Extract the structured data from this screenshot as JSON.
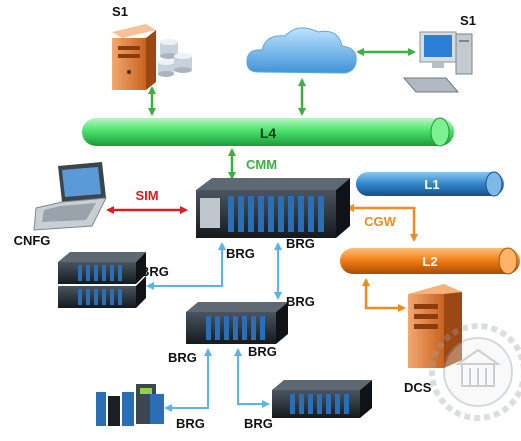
{
  "labels": {
    "s1_left": "S1",
    "s1_right": "S1",
    "l4": "L4",
    "cmm": "CMM",
    "l1": "L1",
    "cgw": "CGW",
    "l2": "L2",
    "sim": "SIM",
    "cnfg": "CNFG",
    "dcs": "DCS",
    "brg_1": "BRG",
    "brg_2": "BRG",
    "brg_3": "BRG",
    "brg_4": "BRG",
    "brg_5": "BRG",
    "brg_6": "BRG",
    "brg_7": "BRG",
    "brg_8": "BRG"
  },
  "colors": {
    "l4_pipe": "#4be36a",
    "l1_pipe": "#2f86c9",
    "l2_pipe": "#f07c14",
    "green_arrow": "#3cb043",
    "red_arrow": "#e01b1b",
    "orange_arrow": "#f08c1a",
    "blue_arrow": "#5ab4e6",
    "brg_text": "#111111",
    "cmm_text": "#3cb043",
    "cgw_text": "#f08c1a",
    "sim_text": "#e01b1b"
  },
  "icons": [
    "server-icon",
    "cloud-icon",
    "workstation-icon",
    "laptop-icon",
    "controller-rack-icon",
    "io-modules-icon",
    "dcs-server-icon",
    "watermark-seal-icon"
  ]
}
